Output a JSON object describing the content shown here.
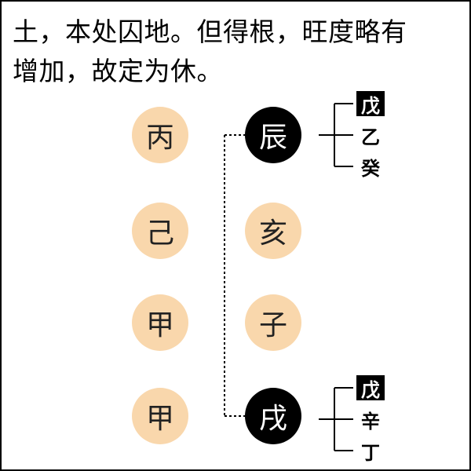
{
  "caption": {
    "line1": "土，本处囚地。但得根，旺度略有",
    "line2": "增加，故定为休。"
  },
  "stems": [
    "丙",
    "己",
    "甲",
    "甲"
  ],
  "branches": [
    "辰",
    "亥",
    "子",
    "戌"
  ],
  "hidden_top": [
    "戊",
    "乙",
    "癸"
  ],
  "hidden_bottom": [
    "戊",
    "辛",
    "丁"
  ],
  "colors": {
    "circle_fill": "#f9d7ac",
    "circle_dark": "#000000",
    "line": "#000000"
  }
}
